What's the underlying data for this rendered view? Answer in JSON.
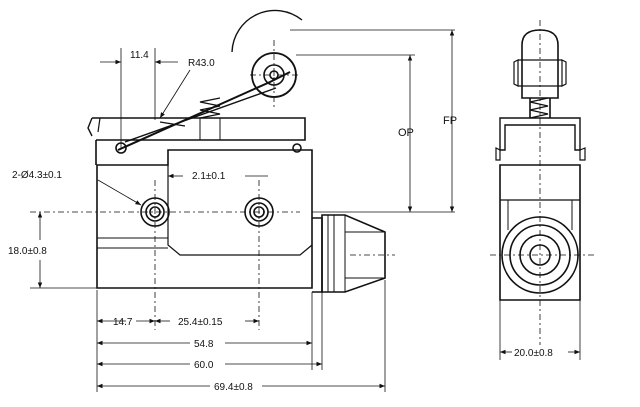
{
  "drawing": {
    "colors": {
      "line": "#111111",
      "background": "#ffffff"
    },
    "labels": {
      "width_11_4": "11.4",
      "radius": "R43.0",
      "op": "OP",
      "fp": "FP",
      "holes": "2-Ø4.3±0.1",
      "offset_2_1": "2.1±0.1",
      "height_18": "18.0±0.8",
      "hole_x": "14.7",
      "hole_pitch": "25.4±0.15",
      "len_54_8": "54.8",
      "len_60": "60.0",
      "len_69_4": "69.4±0.8",
      "end_width": "20.0±0.8"
    }
  }
}
